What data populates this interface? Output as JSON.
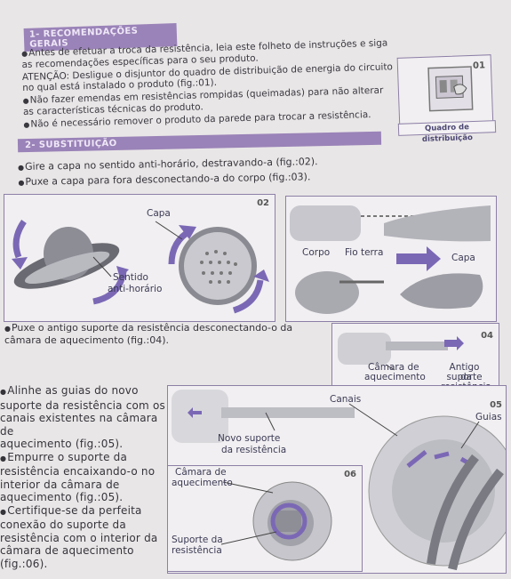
{
  "colors": {
    "accent": "#9a83b8",
    "arrow": "#7b68b5",
    "border": "#8c7fa6"
  },
  "section1": {
    "title": "1- RECOMENDAÇÕES GERAIS",
    "p1": "Antes de efetuar a troca da resistência, leia este folheto de instruções e siga as recomendações específicas para o seu produto.",
    "p2": "ATENÇÃO: Desligue o disjuntor do quadro de distribuição de energia do circuito no qual está instalado o produto (fig.:01).",
    "p3": "Não fazer emendas em resistências rompidas (queimadas) para não alterar as características técnicas do produto.",
    "p4": "Não é necessário remover o produto da parede para trocar a resistência."
  },
  "fig01": {
    "number": "01",
    "caption": "Quadro de distribuição"
  },
  "section2": {
    "title": "2- SUBSTITUIÇÃO",
    "s1": "Gire a capa no sentido anti-horário, destravando-a (fig.:02).",
    "s2": "Puxe a capa para fora desconectando-a do corpo (fig.:03)."
  },
  "fig02": {
    "number": "02",
    "label_capa": "Capa",
    "label_sentido": "Sentido",
    "label_anti": "anti-horário"
  },
  "fig03": {
    "number": "03",
    "label_corpo": "Corpo",
    "label_fio": "Fio terra",
    "label_capa": "Capa"
  },
  "step3": {
    "text": "Puxe o antigo suporte da resistência desconectando-o da câmara de aquecimento (fig.:04)."
  },
  "fig04": {
    "number": "04",
    "label_camara1": "Câmara de",
    "label_camara2": "aquecimento",
    "label_antigo1": "Antigo suporte",
    "label_antigo2": "da resistência"
  },
  "step4": {
    "l1": "Alinhe as guias do novo",
    "l2": "suporte da resistência com os",
    "l3": "canais existentes na câmara de",
    "l4": "aquecimento (fig.:05).",
    "l5": "Empurre o suporte da",
    "l6": "resistência encaixando-o no",
    "l7": "interior da câmara de",
    "l8": "aquecimento (fig.:05).",
    "l9": "Certifique-se da perfeita",
    "l10": "conexão do suporte da",
    "l11": "resistência com o interior da",
    "l12": "câmara de aquecimento",
    "l13": "(fig.:06)."
  },
  "fig05": {
    "number": "05",
    "label_canais": "Canais",
    "label_guias": "Guias",
    "label_novo1": "Novo suporte",
    "label_novo2": "da resistência"
  },
  "fig06": {
    "number": "06",
    "label_camara1": "Câmara de",
    "label_camara2": "aquecimento",
    "label_suporte1": "Suporte da",
    "label_suporte2": "resistência"
  }
}
